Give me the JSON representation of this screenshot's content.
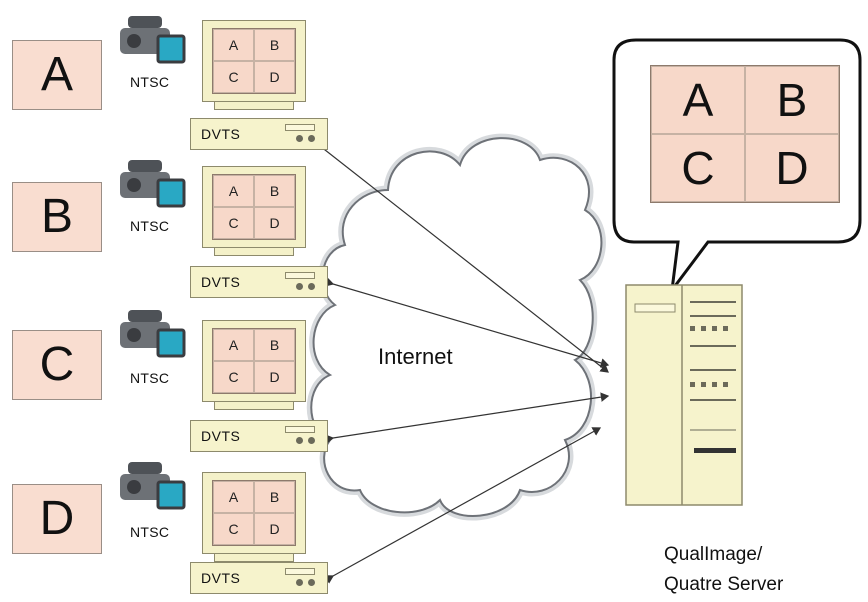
{
  "sites": [
    {
      "label": "A",
      "camera_label": "NTSC",
      "grid": [
        "A",
        "B",
        "C",
        "D"
      ],
      "dvts_label": "DVTS"
    },
    {
      "label": "B",
      "camera_label": "NTSC",
      "grid": [
        "A",
        "B",
        "C",
        "D"
      ],
      "dvts_label": "DVTS"
    },
    {
      "label": "C",
      "camera_label": "NTSC",
      "grid": [
        "A",
        "B",
        "C",
        "D"
      ],
      "dvts_label": "DVTS"
    },
    {
      "label": "D",
      "camera_label": "NTSC",
      "grid": [
        "A",
        "B",
        "C",
        "D"
      ],
      "dvts_label": "DVTS"
    }
  ],
  "network": {
    "label": "Internet"
  },
  "server": {
    "caption_line1": "QualImage/",
    "caption_line2": "Quatre Server"
  },
  "bubble": {
    "grid": [
      "A",
      "B",
      "C",
      "D"
    ]
  },
  "colors": {
    "site_box_fill": "#f9ddd0",
    "monitor_fill": "#f4f1c9",
    "grid_cell_fill": "#f7d8c9",
    "camera_body": "#6d7176",
    "camera_lens": "#29a8c4"
  }
}
